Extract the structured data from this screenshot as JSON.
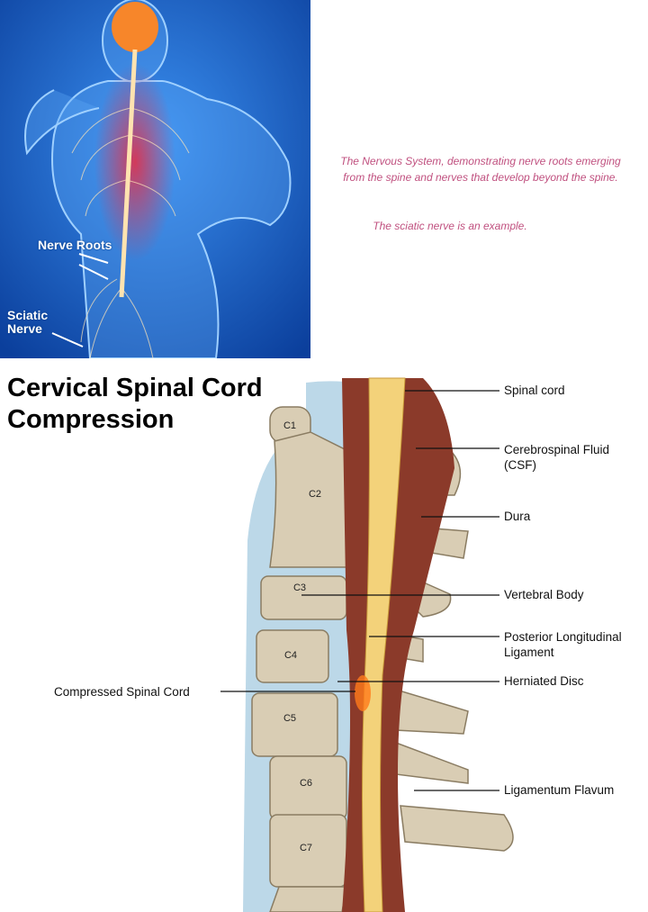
{
  "nervous_system_image": {
    "labels": {
      "nerve_roots": "Nerve Roots",
      "sciatic_nerve": "Sciatic Nerve"
    }
  },
  "caption": {
    "main": "The Nervous System, demonstrating nerve roots emerging from the spine and nerves that develop beyond the spine.",
    "example": "The sciatic nerve is an example."
  },
  "diagram": {
    "title": "Cervical Spinal Cord Compression",
    "vertebrae": [
      "C1",
      "C2",
      "C3",
      "C4",
      "C5",
      "C6",
      "C7"
    ],
    "labels": {
      "spinal_cord": "Spinal cord",
      "csf": "Cerebrospinal Fluid (CSF)",
      "dura": "Dura",
      "vertebral_body": "Vertebral Body",
      "pll": "Posterior Longitudinal Ligament",
      "herniated_disc": "Herniated Disc",
      "compressed_cord": "Compressed Spinal Cord",
      "ligamentum_flavum": "Ligamentum Flavum"
    }
  },
  "colors": {
    "panel_blue": "#1a5fc8",
    "caption_pink": "#c0507f",
    "bone": "#d9cdb4",
    "cord": "#f3d27a",
    "csf": "#8b3a2a"
  }
}
